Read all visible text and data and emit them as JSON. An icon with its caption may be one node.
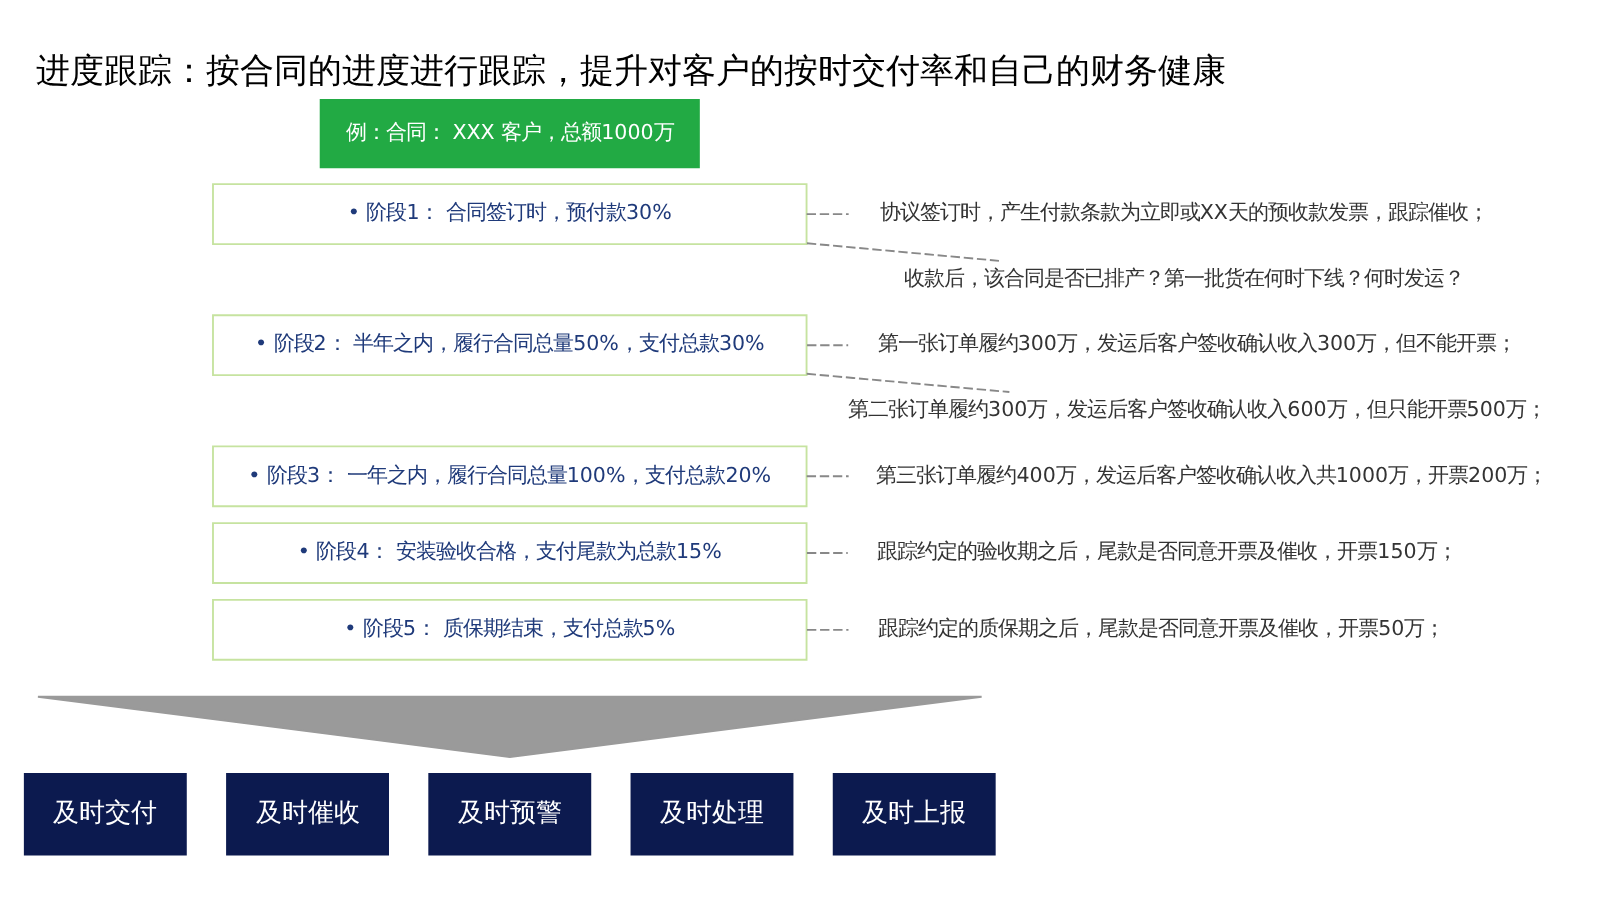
{
  "diagram": {
    "title": "进度跟踪：按合同的进度进行跟踪，提升对客户的按时交付率和自己的财务健康",
    "nodes": [
      {
        "text": [
          "例：合同： XXX 客户，总额1000万"
        ]
      },
      {
        "text": [
          "• 阶段1： 合同签订时，预付款30%"
        ]
      },
      {
        "text": [
          "• 阶段2： 半年之内，履行合同总量50%，支付总款30%"
        ]
      },
      {
        "text": [
          "• 阶段3： 一年之内，履行合同总量100%，支付总款20%"
        ]
      },
      {
        "text": [
          "• 阶段4： 安装验收合格，支付尾款为总款15%"
        ]
      },
      {
        "text": [
          "• 阶段5： 质保期结束，支付总款5%"
        ]
      },
      {
        "text": [
          "协议签订时，产生付款条款为立即或XX天的预收款发票，跟踪催收；"
        ]
      },
      {
        "text": [
          "收款后，该合同是否已排产？第一批货在何时下线？何时发运？"
        ]
      },
      {
        "text": [
          "第一张订单履约300万，发运后客户签收确认收入300万，但不能开票；"
        ]
      },
      {
        "text": [
          "第二张订单履约300万，发运后客户签收确认收入600万，但只能开票500万；"
        ]
      },
      {
        "text": [
          "第三张订单履约400万，发运后客户签收确认收入共1000万，开票200万；"
        ]
      },
      {
        "text": [
          "跟踪约定的验收期之后，尾款是否同意开票及催收，开票150万；"
        ]
      },
      {
        "text": [
          "跟踪约定的质保期之后，尾款是否同意开票及催收，开票50万；"
        ]
      },
      {
        "text": [],
        "shape": "triangle"
      },
      {
        "text": [
          "及时交付"
        ]
      },
      {
        "text": [
          "及时催收"
        ]
      },
      {
        "text": [
          "及时预警"
        ]
      },
      {
        "text": [
          "及时处理"
        ]
      },
      {
        "text": [
          "及时上报"
        ]
      }
    ],
    "edges": [
      {
        "from": 1,
        "to": 6,
        "arrow": "none",
        "style": "dashed"
      },
      {
        "from": 1,
        "to": 7,
        "arrow": "none",
        "style": "dashed"
      },
      {
        "from": 2,
        "to": 8,
        "arrow": "none",
        "style": "dashed"
      },
      {
        "from": 2,
        "to": 9,
        "arrow": "none",
        "style": "dashed"
      },
      {
        "from": 3,
        "to": 10,
        "arrow": "none",
        "style": "dashed"
      },
      {
        "from": 4,
        "to": 11,
        "arrow": "none",
        "style": "dashed"
      },
      {
        "from": 5,
        "to": 12,
        "arrow": "none",
        "style": "dashed"
      }
    ]
  }
}
